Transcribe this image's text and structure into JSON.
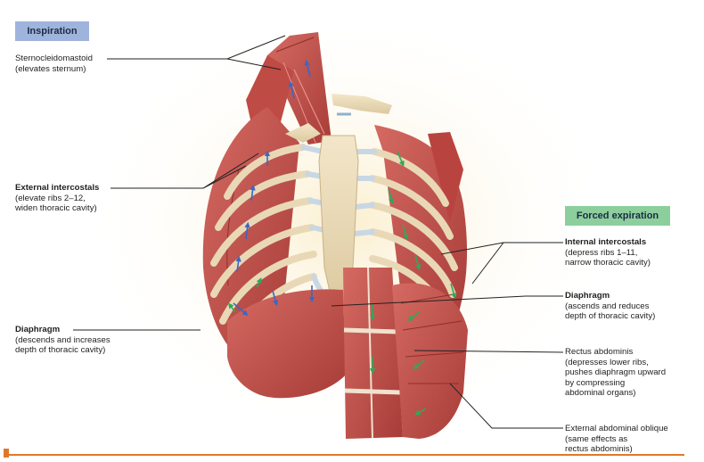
{
  "badges": {
    "inspiration": {
      "text": "Inspiration",
      "color": "#9fb4dd"
    },
    "forced_expiration": {
      "text": "Forced expiration",
      "color": "#8ccf9d"
    }
  },
  "labels": {
    "scm": {
      "title": "Sternocleidomastoid",
      "sub": "(elevates sternum)"
    },
    "ext_intercostals": {
      "title": "External intercostals",
      "sub1": "(elevate ribs 2–12,",
      "sub2": "widen thoracic cavity)"
    },
    "diaphragm_in": {
      "title": "Diaphragm",
      "sub1": "(descends and increases",
      "sub2": "depth of thoracic cavity)"
    },
    "int_intercostals": {
      "title": "Internal intercostals",
      "sub1": "(depress ribs 1–11,",
      "sub2": "narrow thoracic cavity)"
    },
    "diaphragm_out": {
      "title": "Diaphragm",
      "sub1": "(ascends and reduces",
      "sub2": "depth of thoracic cavity)"
    },
    "rectus": {
      "title": "Rectus abdominis",
      "sub1": "(depresses lower ribs,",
      "sub2": "pushes diaphragm upward",
      "sub3": "by compressing",
      "sub4": "abdominal organs)"
    },
    "ext_oblique": {
      "title": "External abdominal oblique",
      "sub1": "(same effects as",
      "sub2": "rectus abdominis)"
    }
  },
  "colors": {
    "muscle": "#c4524c",
    "muscle_dark": "#a33a36",
    "bone": "#ecdcbc",
    "cartilage": "#c8d7e4",
    "arrow_blue": "#3b67c6",
    "arrow_green": "#2fa957",
    "accent": "#e0782a"
  }
}
